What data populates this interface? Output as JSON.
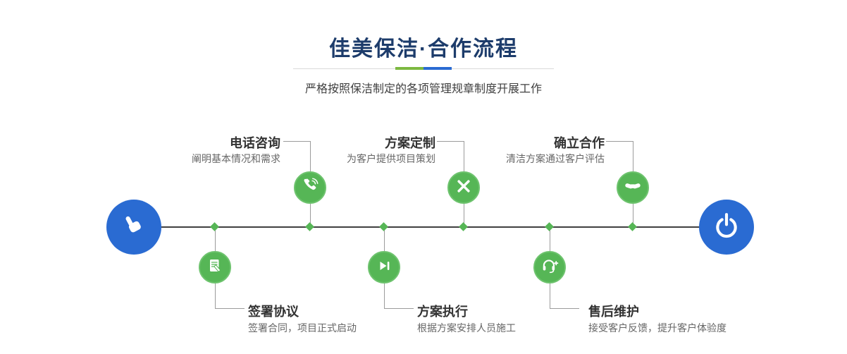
{
  "header": {
    "title": "佳美保洁·合作流程",
    "subtitle": "严格按照保洁制定的各项管理规章制度开展工作"
  },
  "colors": {
    "title_navy": "#1d3c6b",
    "accent_green": "#7cb840",
    "accent_blue": "#2a6bd2",
    "node_green": "#56b656",
    "endpoint_blue": "#2a6bd2",
    "timeline_line": "#404040"
  },
  "icons": {
    "start": "pointing-hand-icon",
    "end": "power-icon",
    "steps_top": [
      "phone-icon",
      "pencil-ruler-icon",
      "handshake-icon"
    ],
    "steps_bottom": [
      "contract-icon",
      "play-icon",
      "headset-icon"
    ]
  },
  "timeline": {
    "steps_top": [
      {
        "title": "电话咨询",
        "desc": "阐明基本情况和需求"
      },
      {
        "title": "方案定制",
        "desc": "为客户提供项目策划"
      },
      {
        "title": "确立合作",
        "desc": "清洁方案通过客户评估"
      }
    ],
    "steps_bottom": [
      {
        "title": "签署协议",
        "desc": "签署合同，项目正式启动"
      },
      {
        "title": "方案执行",
        "desc": "根据方案安排人员施工"
      },
      {
        "title": "售后维护",
        "desc": "接受客户反馈，提升客户体验度"
      }
    ]
  }
}
